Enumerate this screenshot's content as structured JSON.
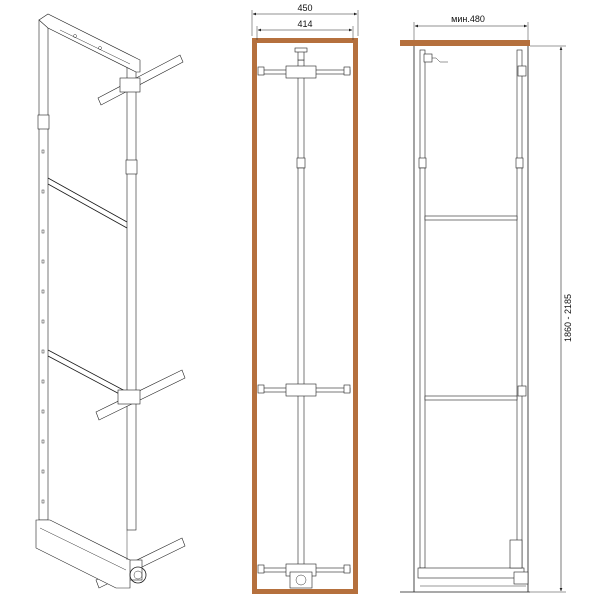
{
  "dimensions": {
    "outer_width": "450",
    "inner_width": "414",
    "min_depth": "мин.480",
    "height_range": "1860 - 2185"
  },
  "colors": {
    "cabinet_wood": "#b5703d",
    "line": "#1a1a1a",
    "background": "#ffffff"
  }
}
